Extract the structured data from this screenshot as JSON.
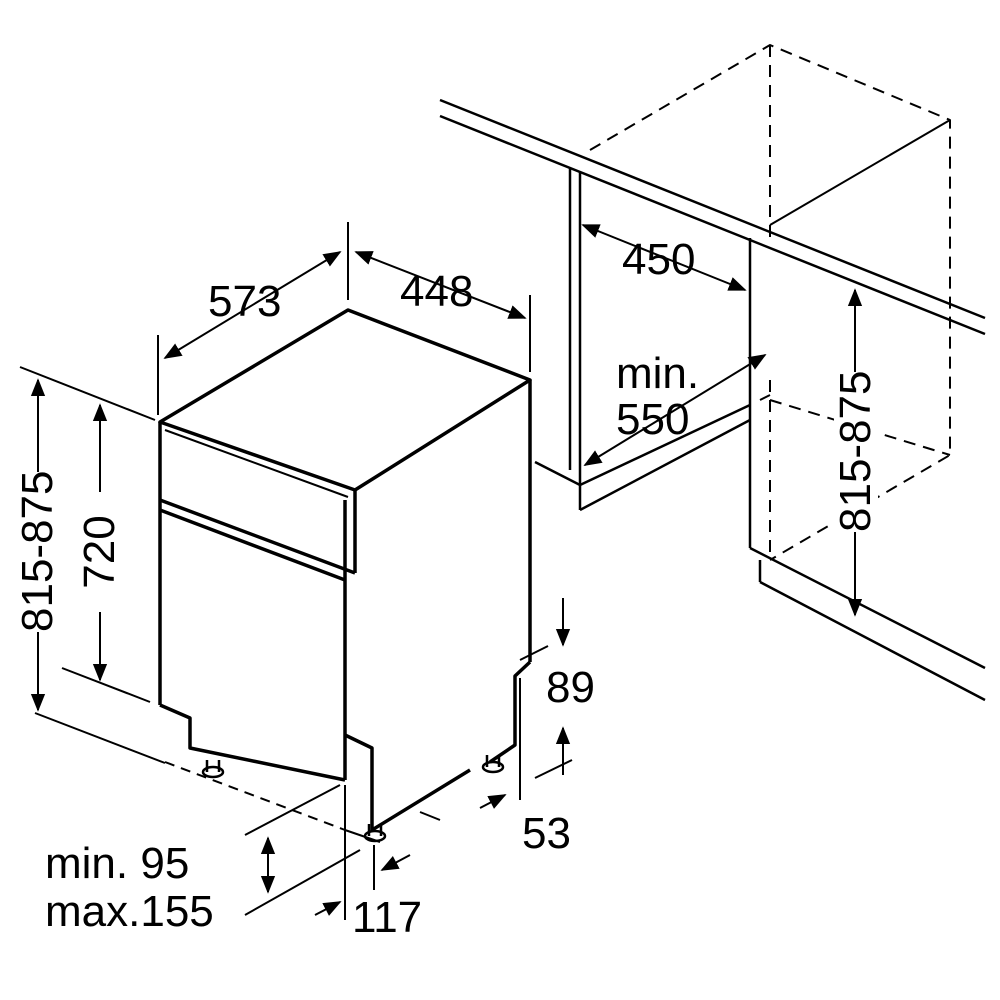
{
  "colors": {
    "stroke": "#000000",
    "background": "#ffffff"
  },
  "dimensions": {
    "depth": "573",
    "width": "448",
    "niche_width": "450",
    "niche_depth_line1": "min.",
    "niche_depth_line2": "550",
    "niche_height_right": "815-875",
    "total_height_left": "815-875",
    "body_height": "720",
    "plinth_upper": "89",
    "plinth_lower": "53",
    "plinth_range_line1": "min. 95",
    "plinth_range_line2": "max.155",
    "foot_offset": "117"
  }
}
